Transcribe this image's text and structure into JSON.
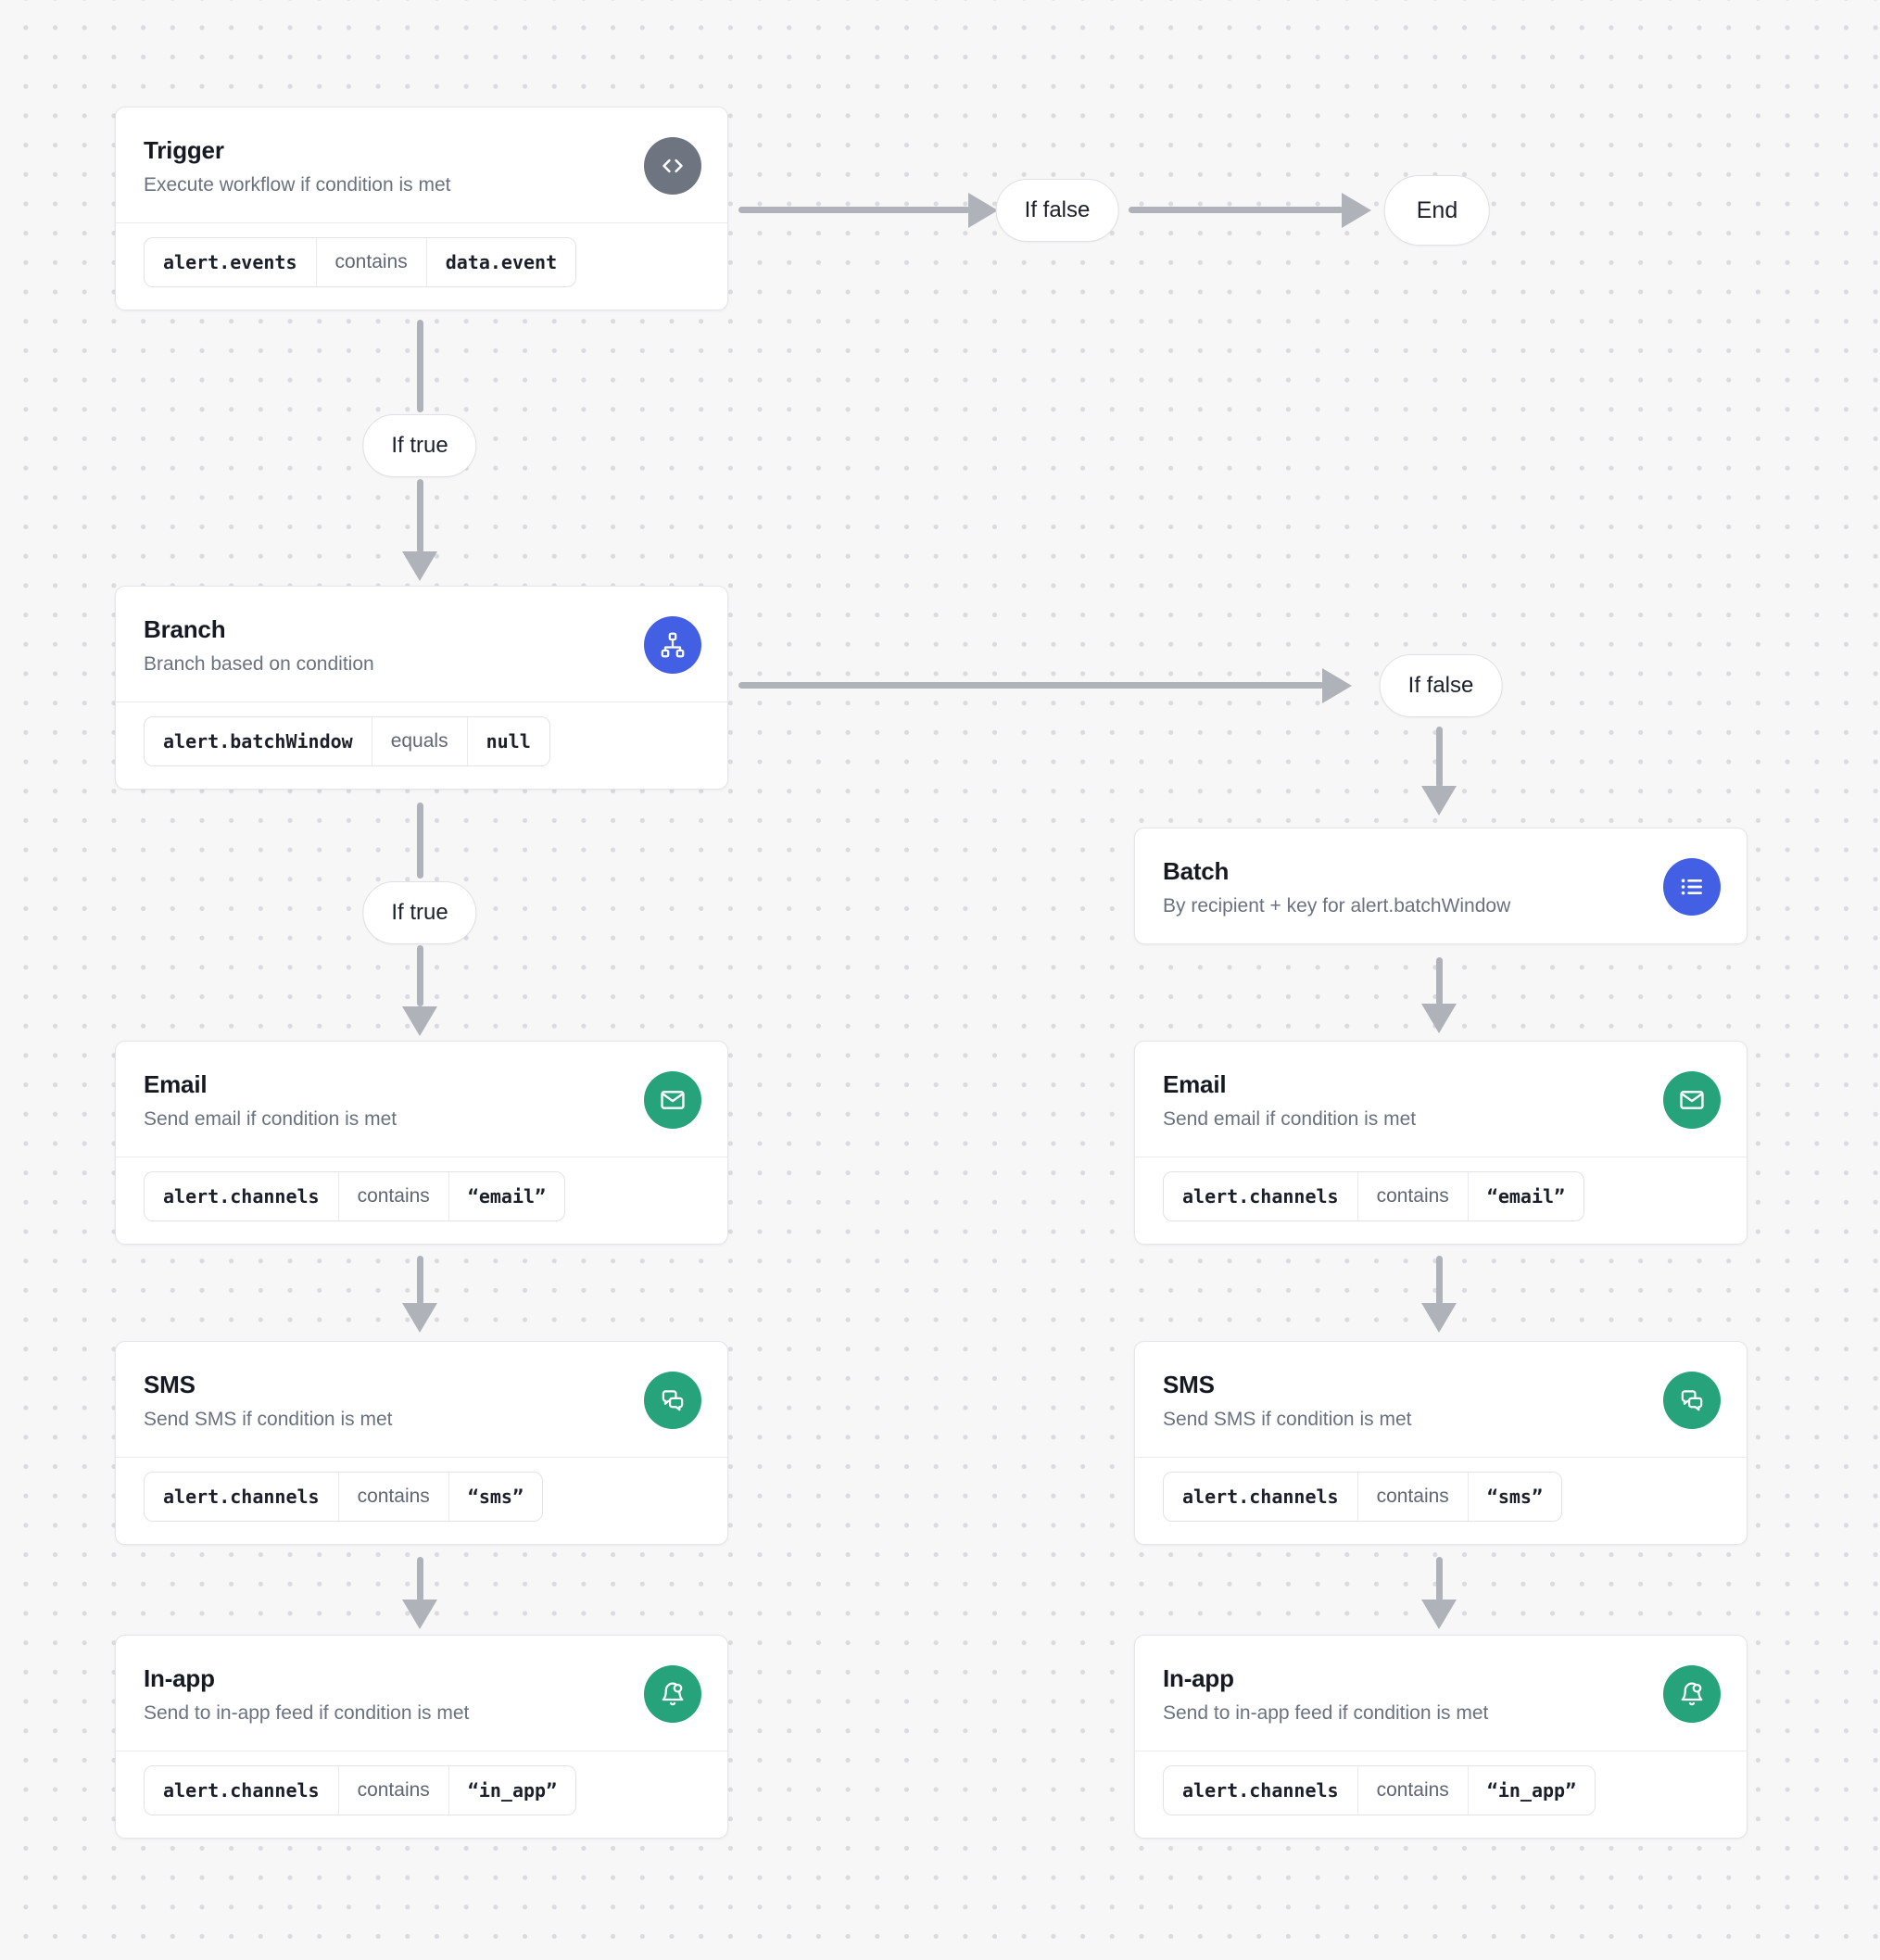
{
  "labels": {
    "if_true": "If true",
    "if_false": "If false",
    "end": "End"
  },
  "colors": {
    "accent_blue": "#4360E5",
    "accent_green": "#27A37C",
    "accent_gray": "#6E7580",
    "arrow_gray": "#AFB2B8",
    "canvas_bg": "#F7F7F8"
  },
  "nodes": {
    "trigger": {
      "title": "Trigger",
      "subtitle": "Execute workflow if condition is met",
      "icon": "code-icon",
      "condition": {
        "field": "alert.events",
        "operator": "contains",
        "value": "data.event"
      }
    },
    "branch": {
      "title": "Branch",
      "subtitle": "Branch based on condition",
      "icon": "branch-icon",
      "condition": {
        "field": "alert.batchWindow",
        "operator": "equals",
        "value": "null"
      }
    },
    "batch": {
      "title": "Batch",
      "subtitle": "By recipient + key for alert.batchWindow",
      "icon": "list-icon"
    },
    "email_left": {
      "title": "Email",
      "subtitle": "Send email if condition is met",
      "icon": "email-icon",
      "condition": {
        "field": "alert.channels",
        "operator": "contains",
        "value": "“email”"
      }
    },
    "sms_left": {
      "title": "SMS",
      "subtitle": "Send SMS if condition is met",
      "icon": "chat-icon",
      "condition": {
        "field": "alert.channels",
        "operator": "contains",
        "value": "“sms”"
      }
    },
    "inapp_left": {
      "title": "In-app",
      "subtitle": "Send to in-app feed if condition is met",
      "icon": "bell-dot-icon",
      "condition": {
        "field": "alert.channels",
        "operator": "contains",
        "value": "“in_app”"
      }
    },
    "email_right": {
      "title": "Email",
      "subtitle": "Send email if condition is met",
      "icon": "email-icon",
      "condition": {
        "field": "alert.channels",
        "operator": "contains",
        "value": "“email”"
      }
    },
    "sms_right": {
      "title": "SMS",
      "subtitle": "Send SMS if condition is met",
      "icon": "chat-icon",
      "condition": {
        "field": "alert.channels",
        "operator": "contains",
        "value": "“sms”"
      }
    },
    "inapp_right": {
      "title": "In-app",
      "subtitle": "Send to in-app feed if condition is met",
      "icon": "bell-dot-icon",
      "condition": {
        "field": "alert.channels",
        "operator": "contains",
        "value": "“in_app”"
      }
    }
  }
}
